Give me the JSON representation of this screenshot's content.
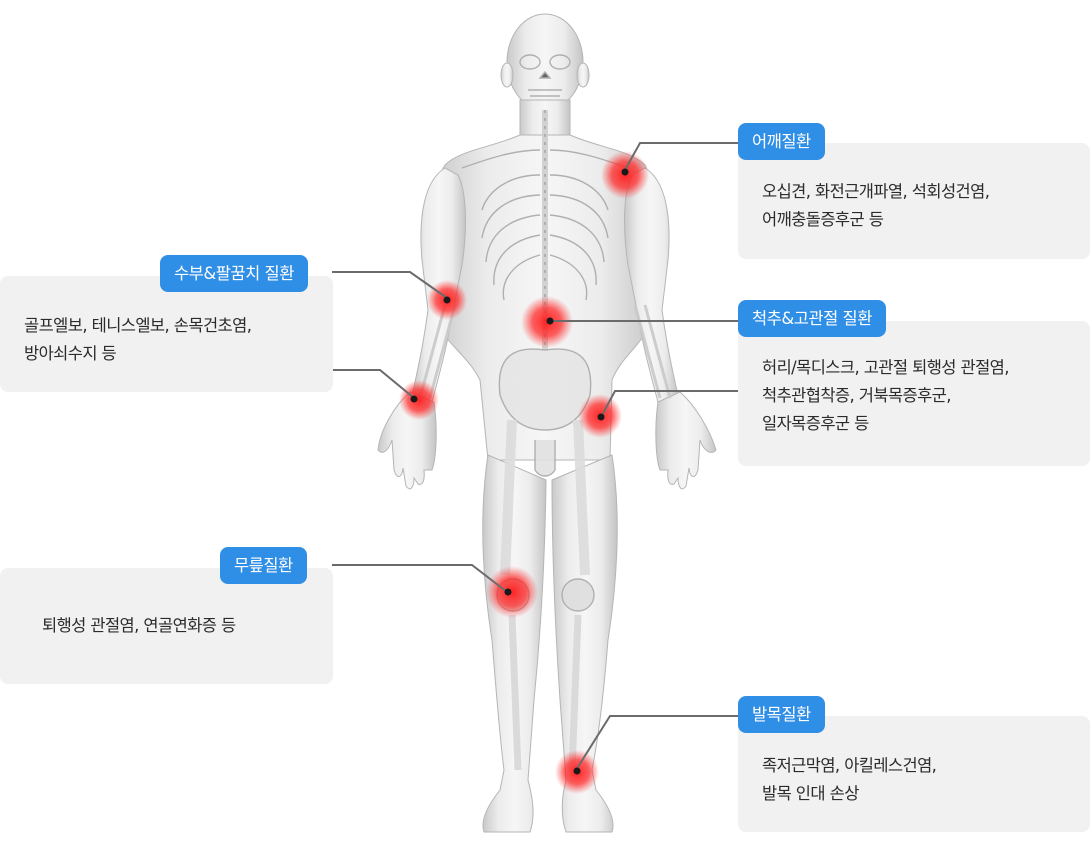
{
  "diagram": {
    "subject": "human skeleton front view with joint pain hotspots",
    "accent_color": "#2f8ee5",
    "hotspot_color": "#ff2020",
    "card_bg": "#f1f1f1",
    "regions": [
      {
        "id": "shoulder",
        "label": "어깨질환",
        "description": "오십견, 화전근개파열, 석회성건염,\n어깨충돌증후군 등",
        "side": "right"
      },
      {
        "id": "spine-hip",
        "label": "척추&고관절 질환",
        "description": "허리/목디스크, 고관절 퇴행성 관절염,\n척추관협착증, 거북목증후군,\n일자목증후군 등",
        "side": "right"
      },
      {
        "id": "wrist-elbow",
        "label": "수부&팔꿈치 질환",
        "description": "골프엘보, 테니스엘보, 손목건초염,\n방아쇠수지 등",
        "side": "left"
      },
      {
        "id": "knee",
        "label": "무릎질환",
        "description": "퇴행성 관절염, 연골연화증 등",
        "side": "left"
      },
      {
        "id": "ankle",
        "label": "발목질환",
        "description": "족저근막염, 아킬레스건염,\n발목 인대 손상",
        "side": "right"
      }
    ]
  }
}
